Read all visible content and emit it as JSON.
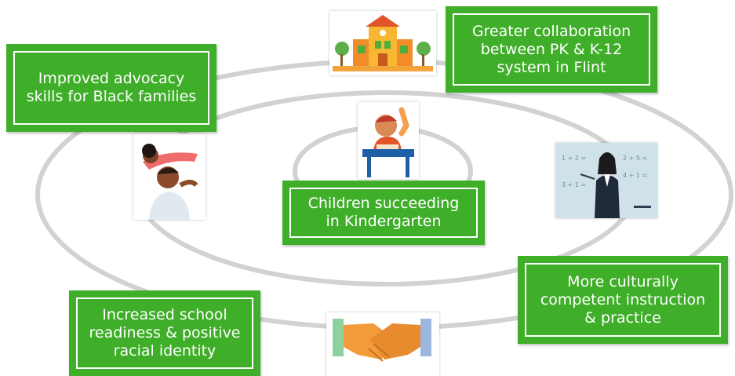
{
  "boxes": {
    "advocacy": "Improved advocacy\nskills for Black families",
    "collaboration": "Greater collaboration\nbetween PK & K-12\nsystem in Flint",
    "children": "Children succeeding\nin Kindergarten",
    "instruction": "More culturally\ncompetent instruction\n& practice",
    "readiness": "Increased school\nreadiness & positive\nracial identity"
  },
  "colors": {
    "box_green": "#3fae29",
    "ring_gray": "#d2d2d2",
    "text": "#ffffff"
  },
  "illustrations": [
    "school-building-icon",
    "family-playing-icon",
    "child-at-desk-icon",
    "teacher-at-board-icon",
    "handshake-icon"
  ]
}
